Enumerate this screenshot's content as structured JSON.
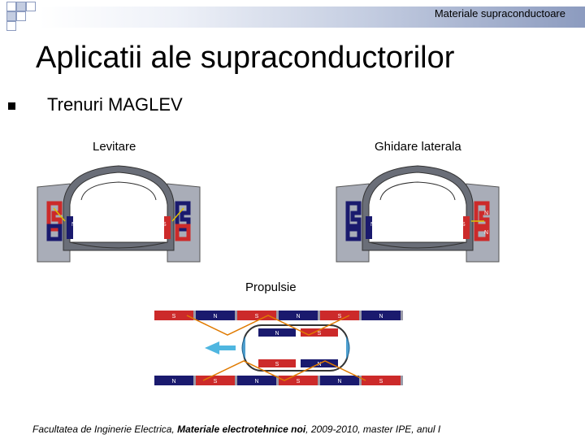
{
  "header": {
    "subtitle": "Materiale supraconductoare"
  },
  "title": "Aplicatii ale supraconductorilor",
  "bullet": {
    "text": "Trenuri MAGLEV"
  },
  "diagrams": {
    "levitation": {
      "label": "Levitare"
    },
    "lateral_guidance": {
      "label": "Ghidare laterala"
    },
    "propulsion": {
      "label": "Propulsie",
      "top_rail": [
        "S",
        "N",
        "S",
        "N",
        "S",
        "N"
      ],
      "bottom_rail": [
        "N",
        "S",
        "N",
        "S",
        "N",
        "S"
      ],
      "vehicle_top": [
        "N",
        "S"
      ],
      "vehicle_bottom": [
        "S",
        "N"
      ]
    },
    "pole_labels": {
      "north": "N",
      "south": "S"
    }
  },
  "footer": {
    "part1": "Facultatea de Inginerie Electrica, ",
    "part2": "Materiale electrotehnice noi",
    "part3": ", 2009-2010, master IPE, anul I"
  },
  "colors": {
    "pole_red": "#cc2a2a",
    "pole_navy": "#1a1a6e",
    "rail_gray": "#9a9aa8",
    "arrow_blue": "#4fb6e0"
  }
}
